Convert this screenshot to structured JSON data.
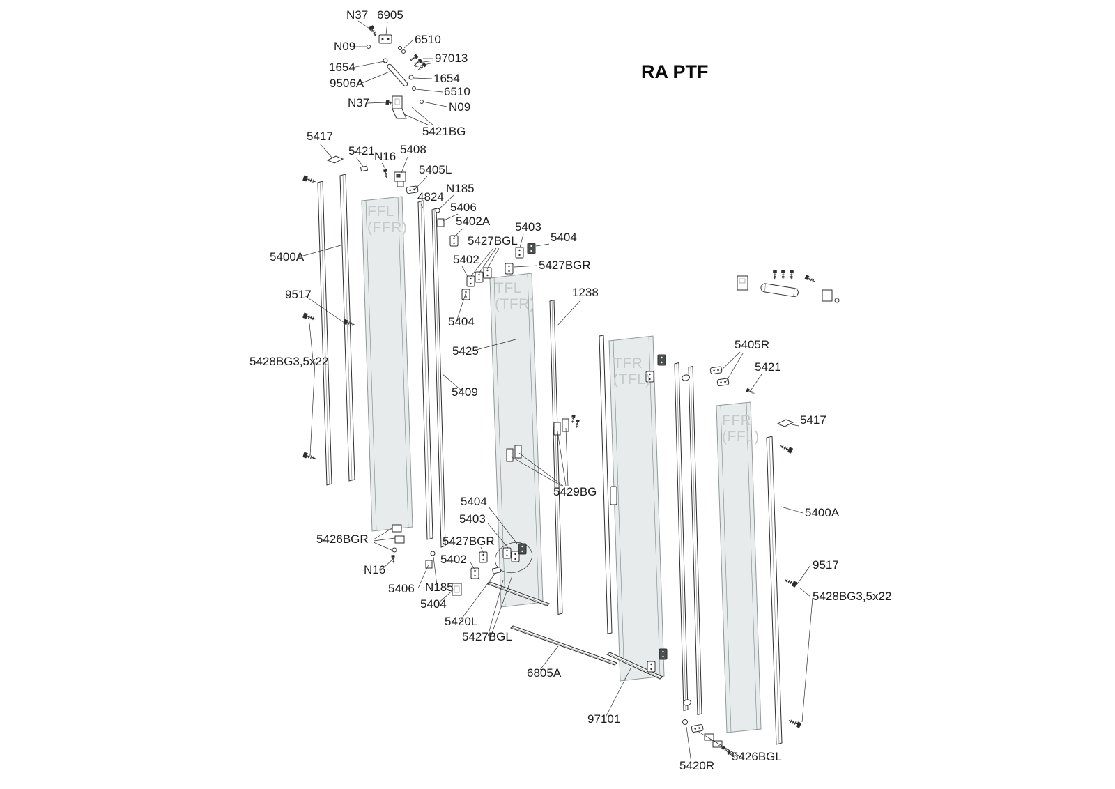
{
  "title": "RA PTF",
  "panel_texts": {
    "ffl_l1": "FFL",
    "ffl_l2": "(FFR)",
    "tfl_l1": "TFL",
    "tfl_l2": "(TFR)",
    "tfr_l1": "TFR",
    "tfr_l2": "(TFL)",
    "ffr_l1": "FFR",
    "ffr_l2": "(FFL)"
  },
  "labels": {
    "n37_top": "N37",
    "p6905": "6905",
    "p6510_a": "6510",
    "n09_top": "N09",
    "p97013": "97013",
    "p1654_a": "1654",
    "p9506a": "9506A",
    "p1654_b": "1654",
    "p6510_b": "6510",
    "n37_b": "N37",
    "n09_b": "N09",
    "p5421bg": "5421BG",
    "p5417_l": "5417",
    "p5421_l": "5421",
    "n16_top": "N16",
    "p5408": "5408",
    "p5405l": "5405L",
    "p4824": "4824",
    "n185_top": "N185",
    "p5406_top": "5406",
    "p5402a": "5402A",
    "p5403_top": "5403",
    "p5404_top": "5404",
    "p5427bgl_top": "5427BGL",
    "p5402_top": "5402",
    "p5427bgr_top": "5427BGR",
    "p5400a_l": "5400A",
    "p9517_l": "9517",
    "p5428_l": "5428BG3,5x22",
    "p5404_mid": "5404",
    "p1238": "1238",
    "p5425": "5425",
    "p5409": "5409",
    "p5405r": "5405R",
    "p5421_r": "5421",
    "p5417_r": "5417",
    "p5400a_r": "5400A",
    "p9517_r": "9517",
    "p5428_r": "5428BG3,5x22",
    "p5429bg": "5429BG",
    "p5404_bl": "5404",
    "p5403_b": "5403",
    "p5426bgr": "5426BGR",
    "p5427bgr_b": "5427BGR",
    "n16_b": "N16",
    "p5402_b": "5402",
    "p5406_b": "5406",
    "n185_b": "N185",
    "p5404_b2": "5404",
    "p5420l": "5420L",
    "p5427bgl_b": "5427BGL",
    "p6805a": "6805A",
    "p97101": "97101",
    "p5420r": "5420R",
    "p5426bgl": "5426BGL"
  },
  "colors": {
    "panel_fill": "#e8ebeb",
    "line": "#2e2e2e",
    "panel_label": "#c5cbca"
  }
}
